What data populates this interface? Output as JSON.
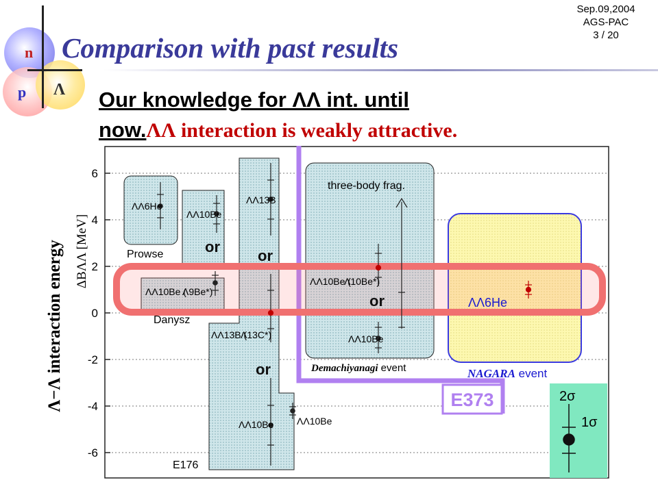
{
  "slide": {
    "date": "Sep.09,2004",
    "venue": "AGS-PAC",
    "page": "3 / 20",
    "title": "Comparison with past results",
    "subtitle_line1": "Our knowledge for ΛΛ int. until",
    "subtitle_line2_a": "now.",
    "subtitle_line2_b": "ΛΛ interaction is weakly attractive.",
    "logo": {
      "n": "n",
      "p": "p",
      "lambda": "Λ"
    }
  },
  "chart": {
    "y_title": "Λ−Λ interaction energy",
    "y_unit": "ΔBΛΛ [MeV]",
    "y_ticks": [
      "6",
      "4",
      "2",
      "0",
      "-2",
      "-4",
      "-6"
    ],
    "boxes": {
      "prowse": "Prowse",
      "danysz": "Danysz",
      "e176": "E176",
      "three_body": "three-body frag.",
      "demachiyanagi_name": "Demachiyanagi",
      "demachiyanagi_suffix": " event",
      "nagara_name": "NAGARA",
      "nagara_suffix": " event",
      "e373": "E373"
    },
    "or_labels": [
      "or",
      "or",
      "or",
      "or"
    ],
    "nuclides": {
      "he6_prowse": "ΛΛ6He",
      "be10_prowse": "ΛΛ10Be",
      "be10_danysz_a": "ΛΛ10Be (",
      "be9_danysz": "Λ9Be*)",
      "b13_top": "ΛΛ13B",
      "b13_mid_a": "ΛΛ13B (",
      "c13_mid": "Λ13C*)",
      "be10_e176_a": "ΛΛ10Be",
      "be10_e176_b": "ΛΛ10Be",
      "be10_dem_a": "ΛΛ10Be (",
      "be10_dem_star": "Λ10Be*)",
      "be10_dem_b": "ΛΛ10Be",
      "he6_nagara": "ΛΛ6He"
    },
    "legend": {
      "two_sigma": "2σ",
      "one_sigma": "1σ"
    }
  }
}
